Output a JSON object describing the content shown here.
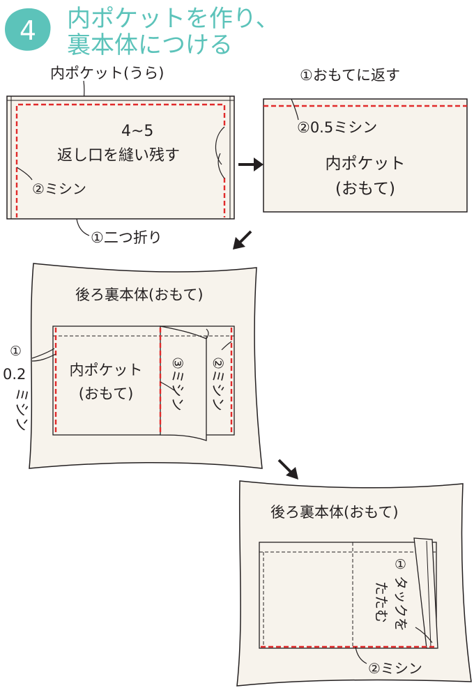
{
  "header": {
    "step_number": "4",
    "title_line1": "内ポケットを作り、",
    "title_line2": "裏本体につける"
  },
  "panel1": {
    "label_pocket_back": "内ポケット(うら)",
    "label_gap_size": "4~5",
    "label_return_opening": "返し口を縫い残す",
    "label_sew": "②ミシン",
    "label_fold": "①二つ折り"
  },
  "panel2": {
    "label_turn": "①おもてに返す",
    "label_sew_05": "②0.5ミシン",
    "label_pocket": "内ポケット",
    "label_front": "(おもて)"
  },
  "panel3": {
    "label_body": "後ろ裏本体(おもて)",
    "label_num1": "①",
    "label_02": "0.2",
    "label_sew_vertical": "ミシン",
    "label_pocket": "内ポケット",
    "label_front": "(おもて)",
    "label_sew3": "③ミシン",
    "label_sew2": "②ミシン"
  },
  "panel4": {
    "label_body": "後ろ裏本体(おもて)",
    "label_tuck_num": "①",
    "label_tuck_col1": "タックを",
    "label_tuck_col2": "たたむ",
    "label_sew": "②ミシン"
  },
  "colors": {
    "accent_title": "#5cc3ba",
    "stitch_red": "#e12b2b",
    "fabric": "#f7f3ec",
    "line": "#231f20"
  }
}
